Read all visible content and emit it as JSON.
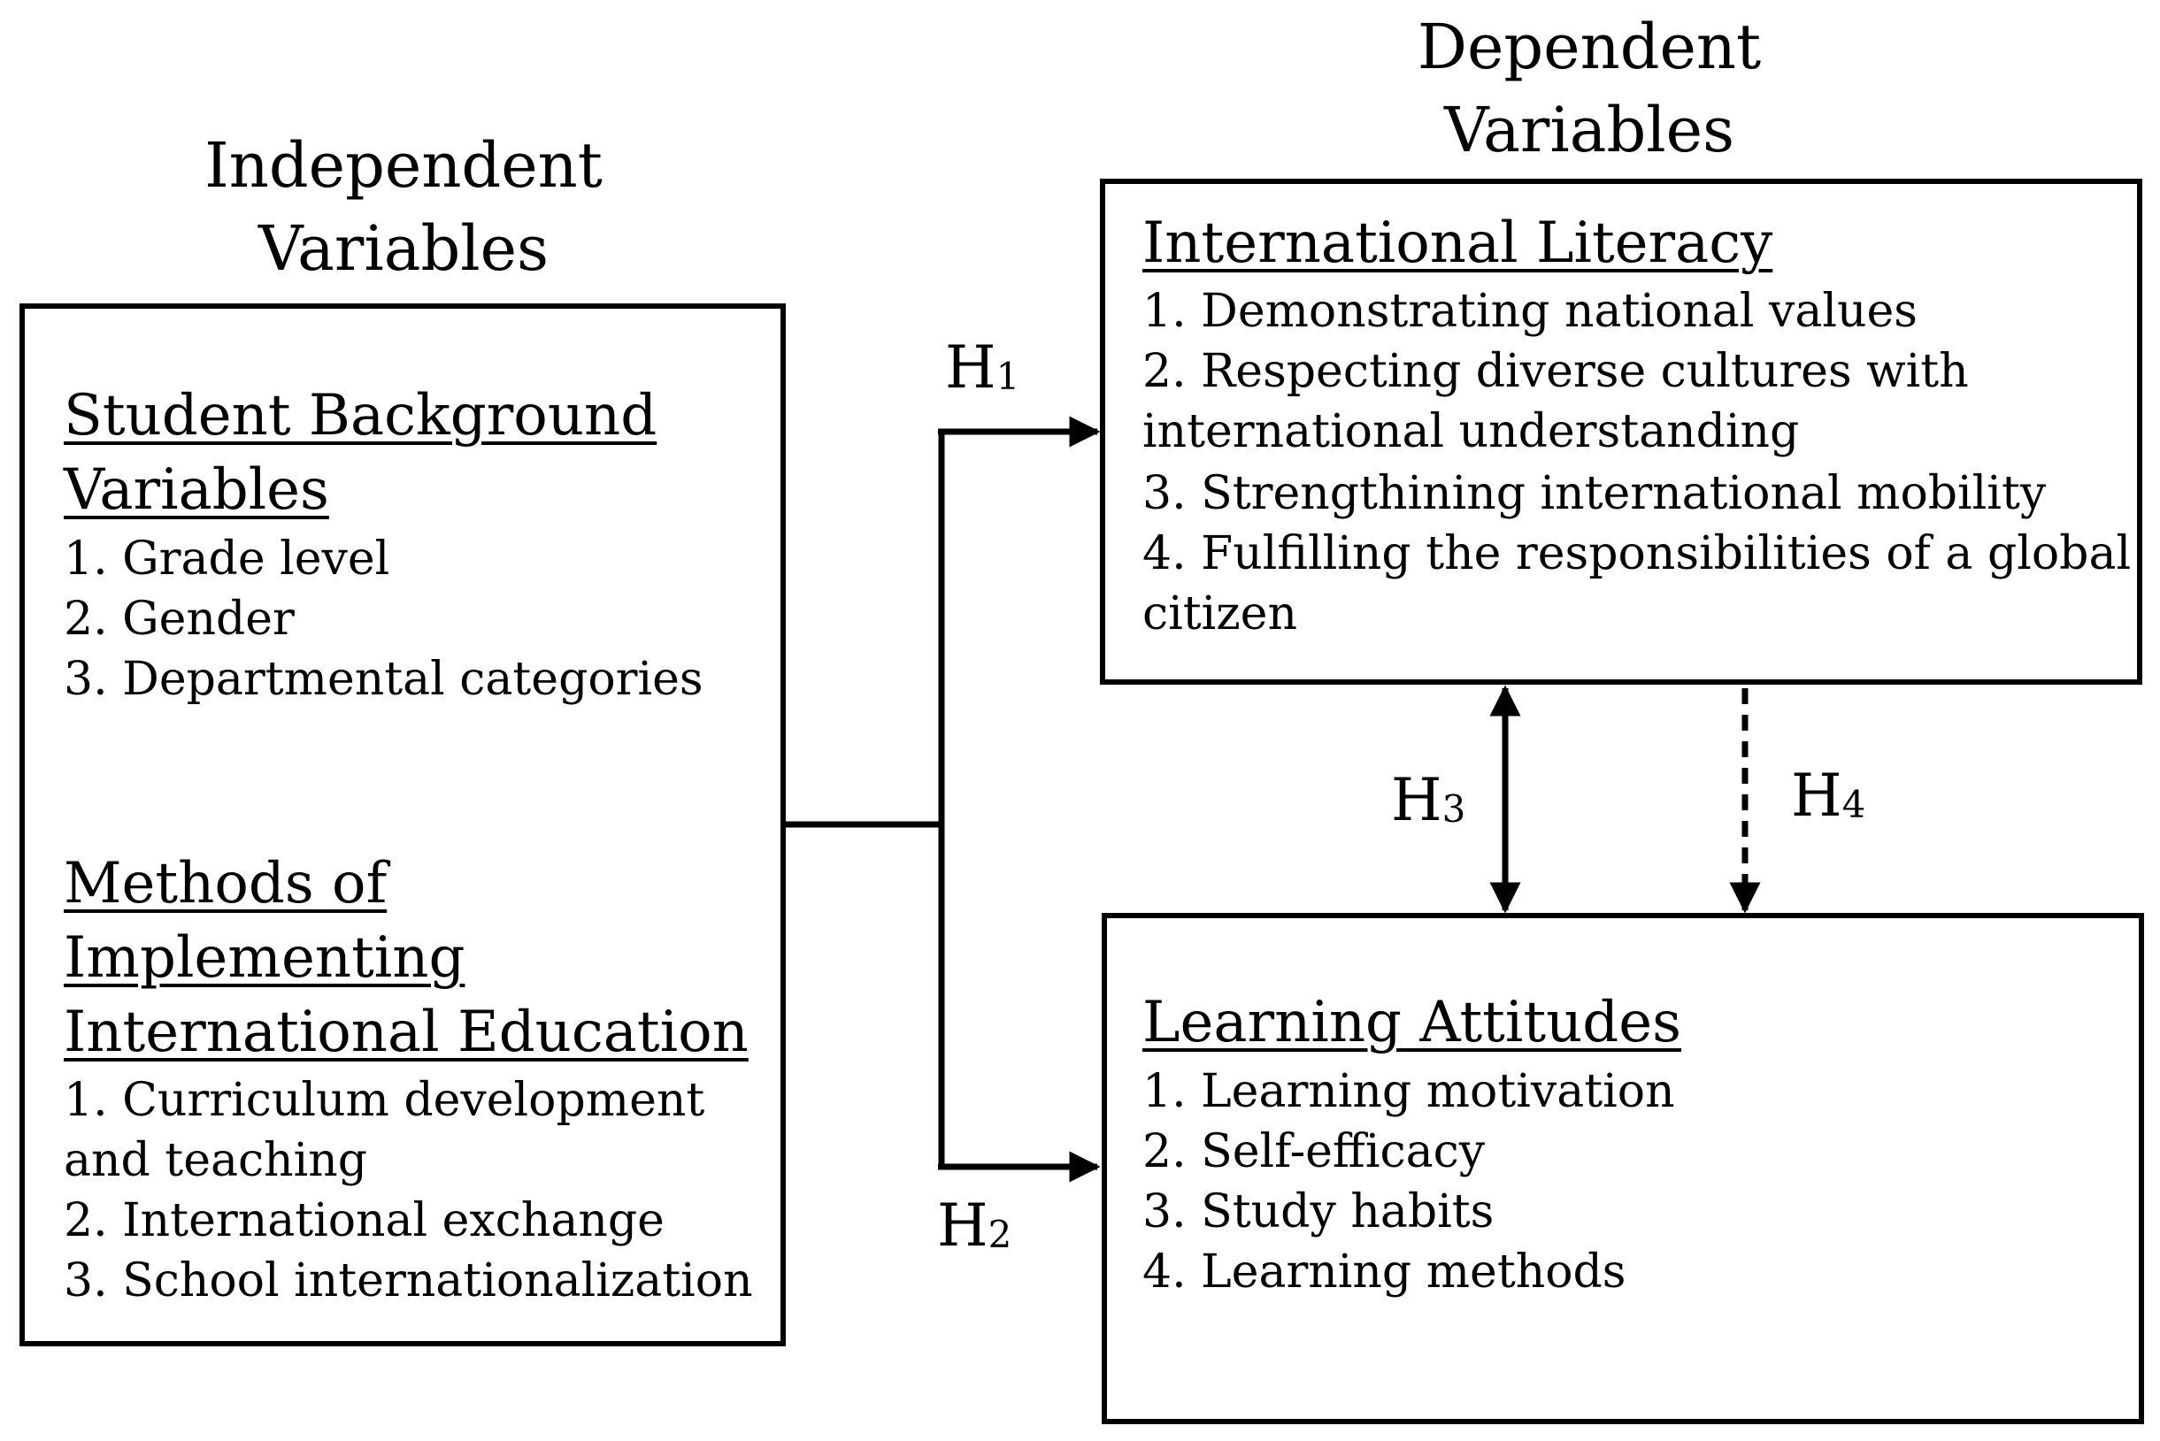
{
  "headings": {
    "independent": [
      "Independent",
      "Variables"
    ],
    "dependent": [
      "Dependent",
      "Variables"
    ]
  },
  "left_box": {
    "background": {
      "title": [
        "Student Background",
        "Variables"
      ],
      "items": [
        "1. Grade level",
        "2. Gender",
        "3. Departmental categories"
      ]
    },
    "methods": {
      "title": [
        "Methods of",
        "Implementing",
        "International Education"
      ],
      "items": [
        "1. Curriculum development",
        "and teaching",
        "2. International exchange",
        "3. School internationalization"
      ]
    }
  },
  "literacy_box": {
    "title": "International Literacy",
    "items": [
      "1. Demonstrating national values",
      "2. Respecting diverse cultures with",
      "international understanding",
      "3. Strengthining international mobility",
      "4. Fulfilling the responsibilities of a global",
      "citizen"
    ]
  },
  "attitudes_box": {
    "title": "Learning Attitudes",
    "items": [
      "1. Learning motivation",
      "2. Self-efficacy",
      "3. Study habits",
      "4. Learning methods"
    ]
  },
  "hypotheses": {
    "h1": {
      "letter": "H",
      "num": "1"
    },
    "h2": {
      "letter": "H",
      "num": "2"
    },
    "h3": {
      "letter": "H",
      "num": "3"
    },
    "h4": {
      "letter": "H",
      "num": "4"
    }
  }
}
